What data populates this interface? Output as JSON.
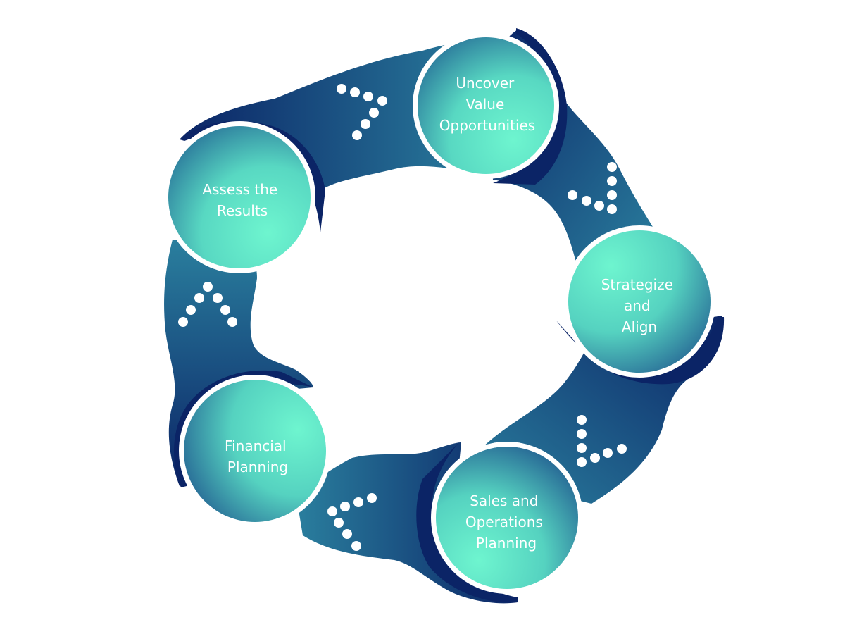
{
  "diagram": {
    "type": "cycle",
    "colors": {
      "navy": "#0b2466",
      "band_mid": "#1f5a8c",
      "teal": "#66f2cc",
      "teal_dark": "#2a7f9a",
      "dots": "#ffffff",
      "label": "#ffffff"
    },
    "steps": [
      {
        "id": "uncover",
        "lines": [
          "Uncover",
          "Value",
          "Opportunities"
        ]
      },
      {
        "id": "strategize",
        "lines": [
          "Strategize",
          "and",
          "Align"
        ]
      },
      {
        "id": "sop",
        "lines": [
          "Sales and",
          "Operations",
          "Planning"
        ]
      },
      {
        "id": "financial",
        "lines": [
          "Financial",
          "Planning"
        ]
      },
      {
        "id": "assess",
        "lines": [
          "Assess the",
          "Results"
        ]
      }
    ],
    "connectors": [
      {
        "from": "assess",
        "to": "uncover",
        "icon": "dotted-chevron-arrow-icon"
      },
      {
        "from": "uncover",
        "to": "strategize",
        "icon": "dotted-chevron-arrow-icon"
      },
      {
        "from": "strategize",
        "to": "sop",
        "icon": "dotted-chevron-arrow-icon"
      },
      {
        "from": "sop",
        "to": "financial",
        "icon": "dotted-chevron-arrow-icon"
      },
      {
        "from": "financial",
        "to": "assess",
        "icon": "dotted-chevron-arrow-icon"
      }
    ]
  }
}
